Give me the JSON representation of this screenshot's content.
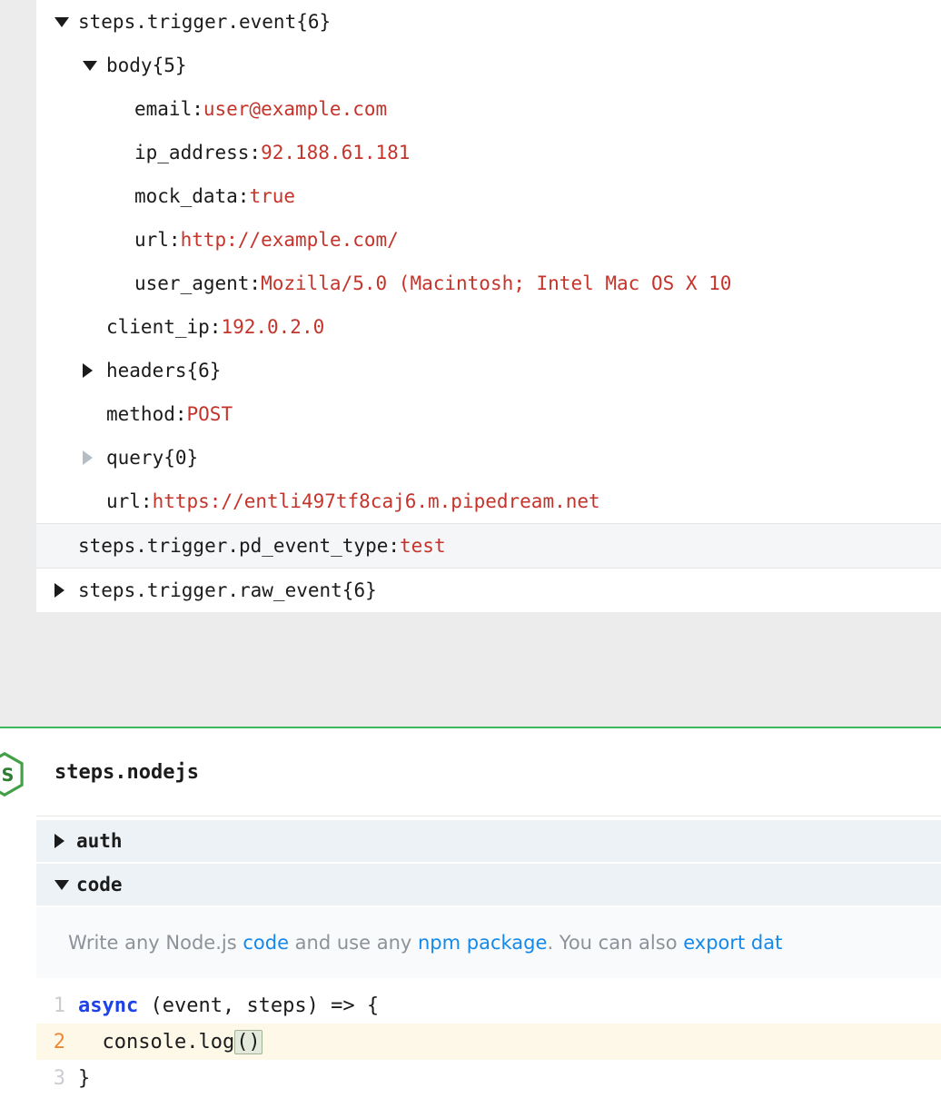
{
  "colors": {
    "value_red": "#c5342b",
    "link_blue": "#1589e9",
    "keyword_blue": "#1d42e8",
    "green_line": "#3cb95d",
    "node_green": "#43a047",
    "active_line_bg": "#fdf8e8",
    "gutter_orange": "#ed8936",
    "section_bg": "#edf2f7"
  },
  "tree": {
    "rows": [
      {
        "level": 0,
        "arrow": "expanded",
        "key": "steps.trigger.event",
        "badge": "{6}"
      },
      {
        "level": 1,
        "arrow": "expanded",
        "key": "body",
        "badge": "{5}"
      },
      {
        "level": 2,
        "arrow": "none",
        "key": "email",
        "value": "user@example.com"
      },
      {
        "level": 2,
        "arrow": "none",
        "key": "ip_address",
        "value": "92.188.61.181"
      },
      {
        "level": 2,
        "arrow": "none",
        "key": "mock_data",
        "value": "true"
      },
      {
        "level": 2,
        "arrow": "none",
        "key": "url",
        "value": "http://example.com/"
      },
      {
        "level": 2,
        "arrow": "none",
        "key": "user_agent",
        "value": "Mozilla/5.0 (Macintosh; Intel Mac OS X 10"
      },
      {
        "level": 1,
        "arrow": "none",
        "key": "client_ip",
        "value": "192.0.2.0"
      },
      {
        "level": 1,
        "arrow": "collapsed",
        "key": "headers",
        "badge": "{6}"
      },
      {
        "level": 1,
        "arrow": "none",
        "key": "method",
        "value": "POST"
      },
      {
        "level": 1,
        "arrow": "collapsed-muted",
        "key": "query",
        "badge": "{0}"
      },
      {
        "level": 1,
        "arrow": "none",
        "key": "url",
        "value": "https://entli497tf8caj6.m.pipedream.net"
      },
      {
        "level": 0,
        "arrow": "none",
        "key": "steps.trigger.pd_event_type",
        "value": "test",
        "variant": "shaded"
      },
      {
        "level": 0,
        "arrow": "collapsed",
        "key": "steps.trigger.raw_event",
        "badge": "{6}"
      }
    ]
  },
  "nodejs": {
    "title": "steps.nodejs",
    "sections": [
      {
        "label": "auth",
        "state": "collapsed"
      },
      {
        "label": "code",
        "state": "expanded"
      }
    ],
    "description": {
      "segments": [
        {
          "text": "Write any Node.js ",
          "link": false
        },
        {
          "text": "code",
          "link": true
        },
        {
          "text": " and use any ",
          "link": false
        },
        {
          "text": "npm package",
          "link": true
        },
        {
          "text": ". You can also ",
          "link": false
        },
        {
          "text": "export dat",
          "link": true
        }
      ]
    },
    "editor": {
      "lines": [
        {
          "num": "1",
          "active": false,
          "tokens": [
            {
              "type": "keyword",
              "text": "async"
            },
            {
              "type": "plain",
              "text": " (event, steps) => {"
            }
          ]
        },
        {
          "num": "2",
          "active": true,
          "tokens": [
            {
              "type": "plain",
              "text": "  console.log"
            },
            {
              "type": "bracket",
              "text": "()"
            }
          ]
        },
        {
          "num": "3",
          "active": false,
          "tokens": [
            {
              "type": "plain",
              "text": "}"
            }
          ]
        }
      ]
    }
  }
}
